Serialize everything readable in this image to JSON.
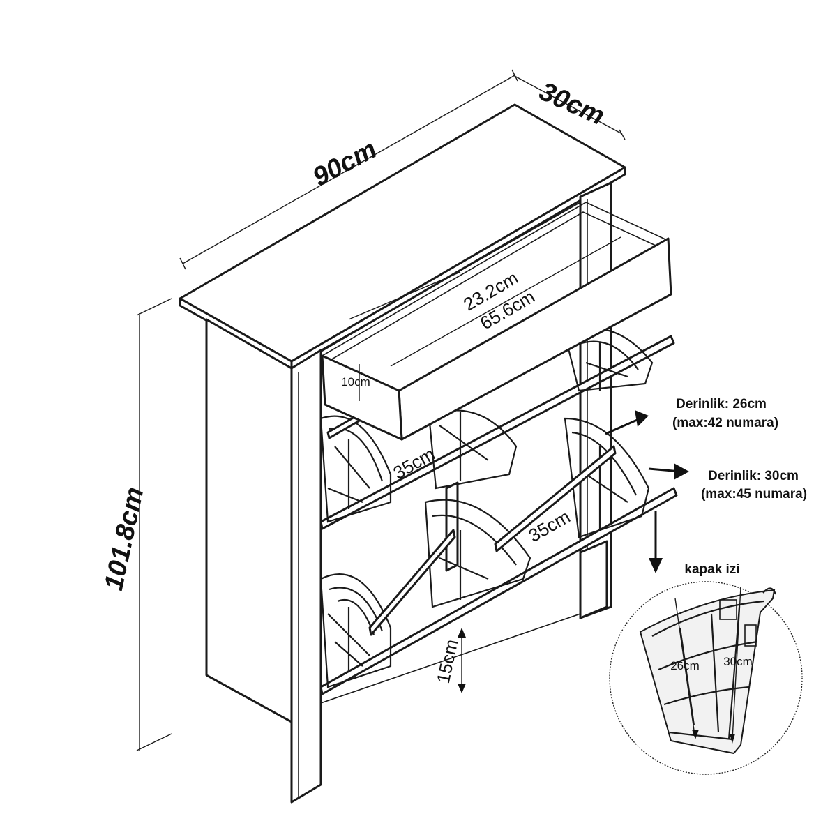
{
  "dimensions": {
    "width": "90cm",
    "depth": "30cm",
    "height": "101.8cm",
    "drawer_depth": "23.2cm",
    "drawer_width": "65.6cm",
    "drawer_height": "10cm",
    "compartment_width_left": "35cm",
    "compartment_width_right": "35cm",
    "leg_clearance": "15cm"
  },
  "callouts": {
    "upper_depth": "Derinlik: 26cm",
    "upper_max": "(max:42 numara)",
    "lower_depth": "Derinlik: 30cm",
    "lower_max": "(max:45 numara)"
  },
  "detail": {
    "title": "kapak izi",
    "label_26": "26cm",
    "label_30": "30cm"
  }
}
